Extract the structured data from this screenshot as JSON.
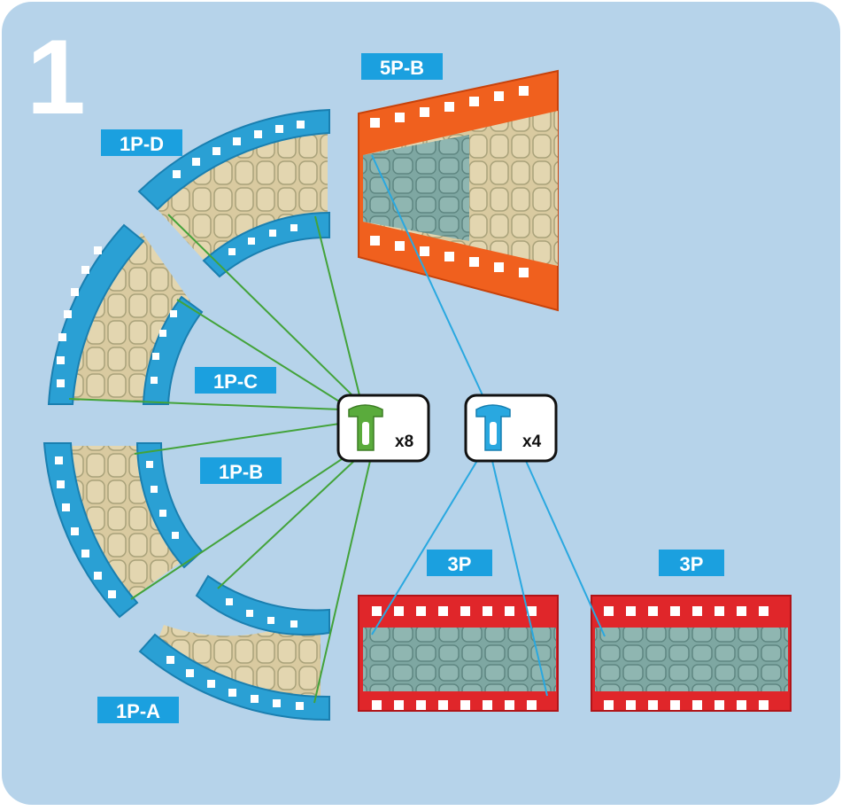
{
  "step": {
    "number": "1"
  },
  "parts": {
    "p5b": "5P-B",
    "p1d": "1P-D",
    "p1c": "1P-C",
    "p1b": "1P-B",
    "p1a": "1P-A",
    "p3_left": "3P",
    "p3_right": "3P"
  },
  "connectors": {
    "green": {
      "count": "x8",
      "color": "#5aab3c"
    },
    "blue": {
      "count": "x4",
      "color": "#29a8e0"
    }
  },
  "colors": {
    "background": "#b6d3ea",
    "label_bg": "#1ba0df",
    "track_blue": "#2aa0d4",
    "frame_orange": "#f0601e",
    "frame_red": "#e0262a",
    "surface_tan": "#d8c89a",
    "surface_teal": "#7fa9a4"
  }
}
